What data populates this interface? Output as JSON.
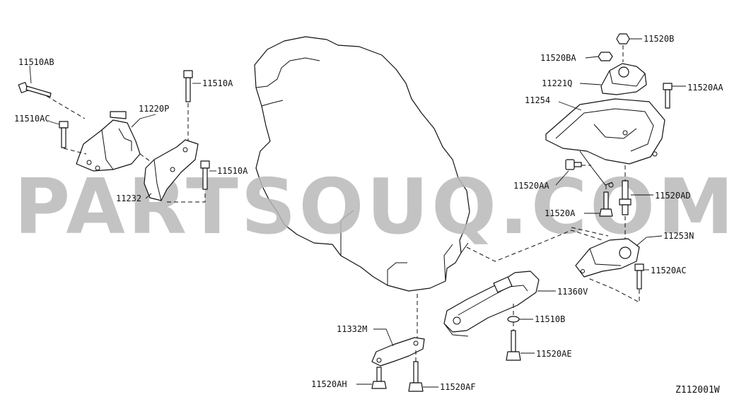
{
  "watermark": "PARTSOUQ.COM",
  "diagram_code": "Z112001W",
  "labels": {
    "l11510AB": "11510AB",
    "l11510AC_left": "11510AC",
    "l11220P": "11220P",
    "l11510A_top": "11510A",
    "l11510A_mid": "11510A",
    "l11232": "11232",
    "l11520B": "11520B",
    "l11520BA": "11520BA",
    "l11221Q": "11221Q",
    "l11520AA_top": "11520AA",
    "l11254": "11254",
    "l11520AA_left": "11520AA",
    "l11520AD": "11520AD",
    "l11520A": "11520A",
    "l11253N": "11253N",
    "l11520AC_right": "11520AC",
    "l11360V": "11360V",
    "l11510B": "11510B",
    "l11332M": "11332M",
    "l11520AE": "11520AE",
    "l11520AH": "11520AH",
    "l11520AF": "11520AF"
  }
}
